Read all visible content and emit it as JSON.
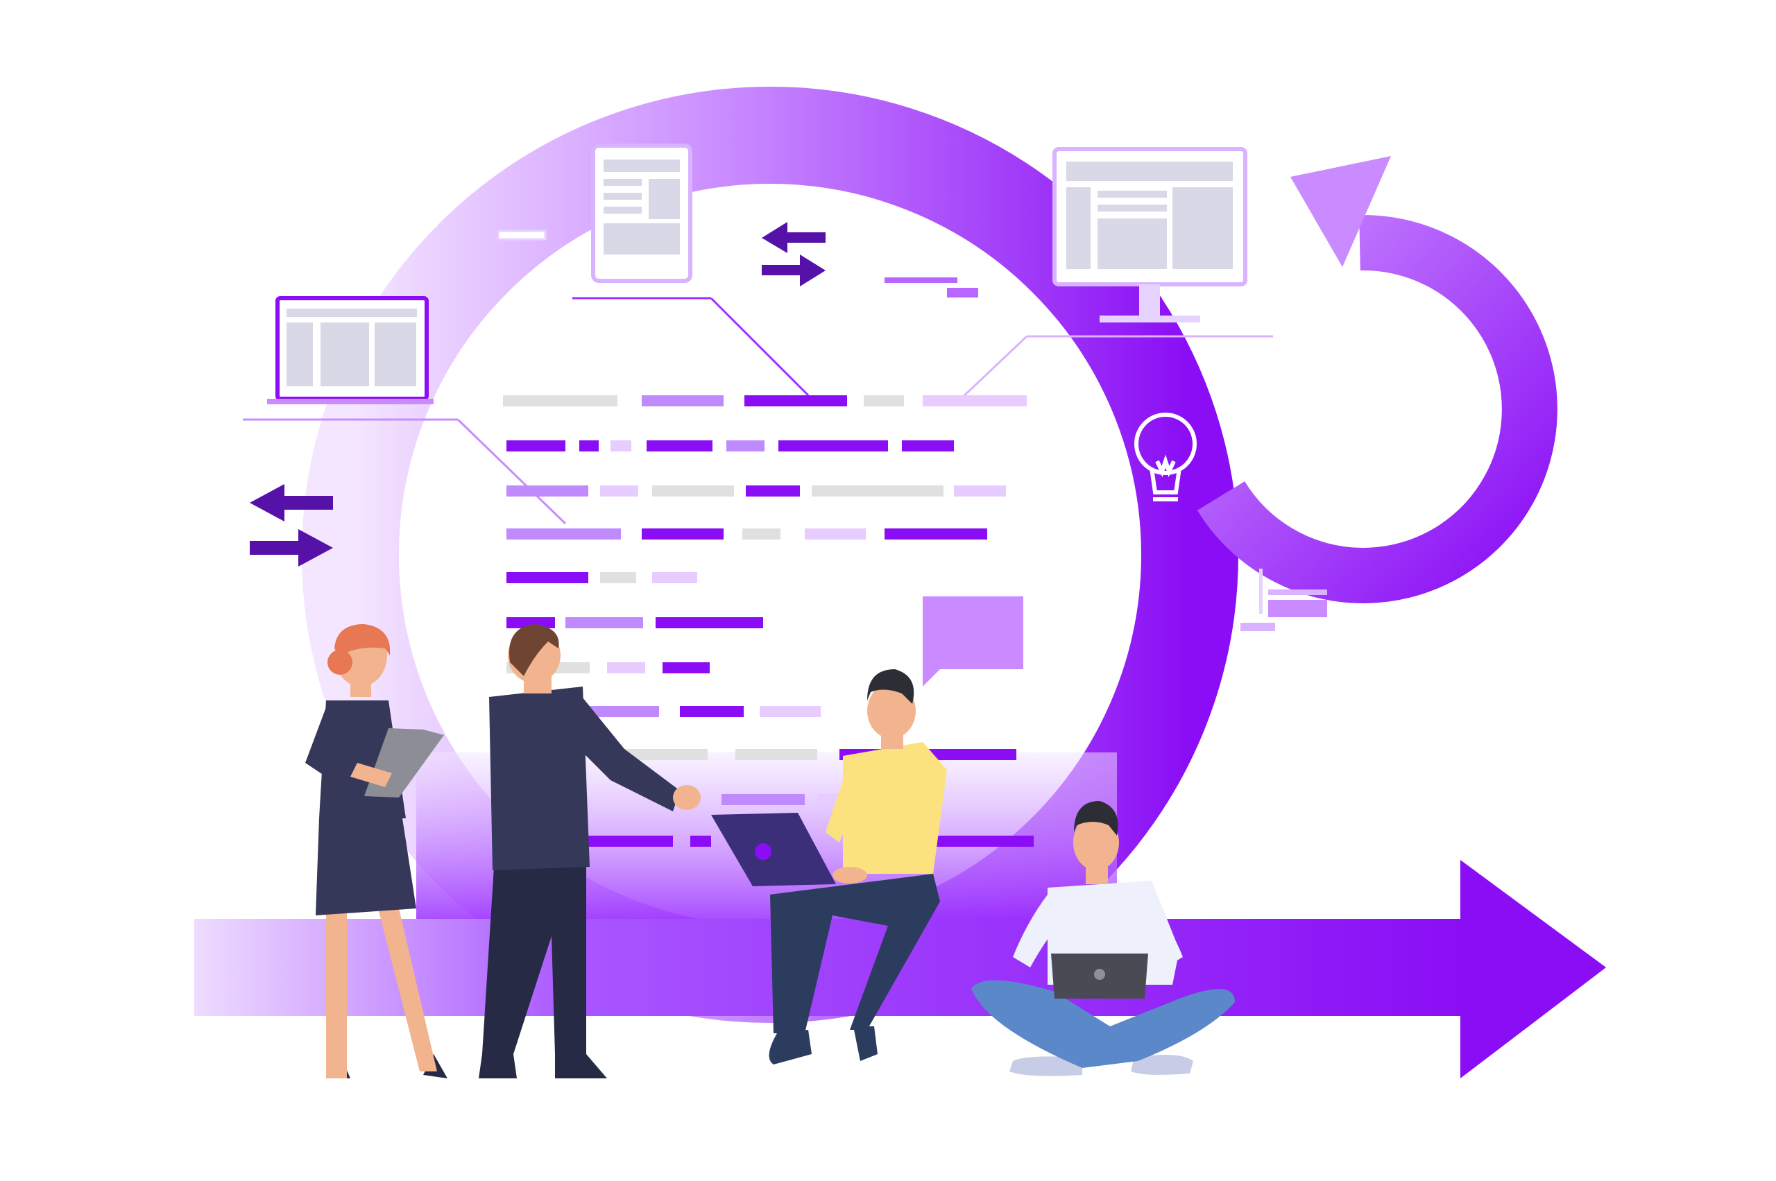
{
  "illustration": {
    "theme": "agile development cycle",
    "palette": {
      "primary": "#8a0df5",
      "light": "#e7ccff",
      "mid": "#c08aff",
      "dark_arrow": "#5511a8",
      "screen_gray": "#d8d8e6",
      "navy": "#353859",
      "skin": "#f2b48e"
    },
    "icons": [
      "laptop-icon",
      "tablet-icon",
      "monitor-icon",
      "lightbulb-icon",
      "swap-arrows-icon",
      "speech-bubble-icon",
      "cycle-arrow-icon",
      "progress-arrow-icon"
    ],
    "people": [
      "woman-with-tablet",
      "man-in-suit-pointing",
      "man-sitting-with-laptop",
      "man-cross-legged-with-laptop"
    ]
  }
}
